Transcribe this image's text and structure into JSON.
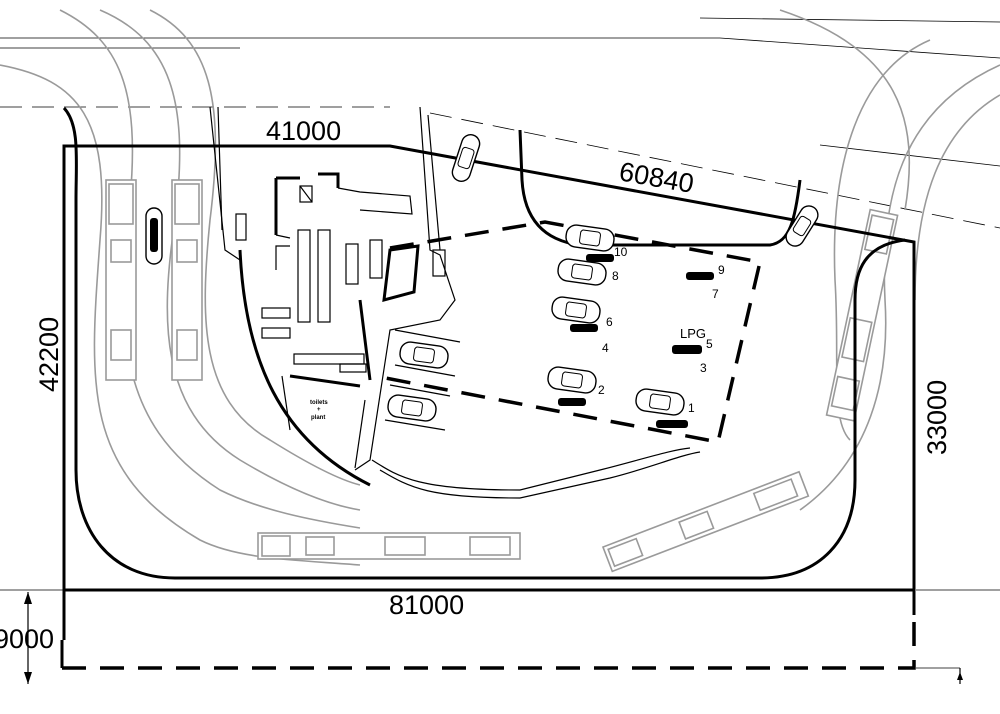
{
  "dimensions": {
    "left_frontage": "41000",
    "right_frontage": "60840",
    "left_depth": "42200",
    "right_depth": "33000",
    "bottom_width": "81000",
    "setback": "9000"
  },
  "pumps": [
    "1",
    "2",
    "3",
    "4",
    "5",
    "6",
    "7",
    "8",
    "9",
    "10"
  ],
  "lpg_label": "LPG",
  "toilet_label": [
    "toilets",
    "+",
    "plant"
  ],
  "colors": {
    "linework": "#000000",
    "bus_paths": "#9a9a9a",
    "background": "#ffffff"
  }
}
